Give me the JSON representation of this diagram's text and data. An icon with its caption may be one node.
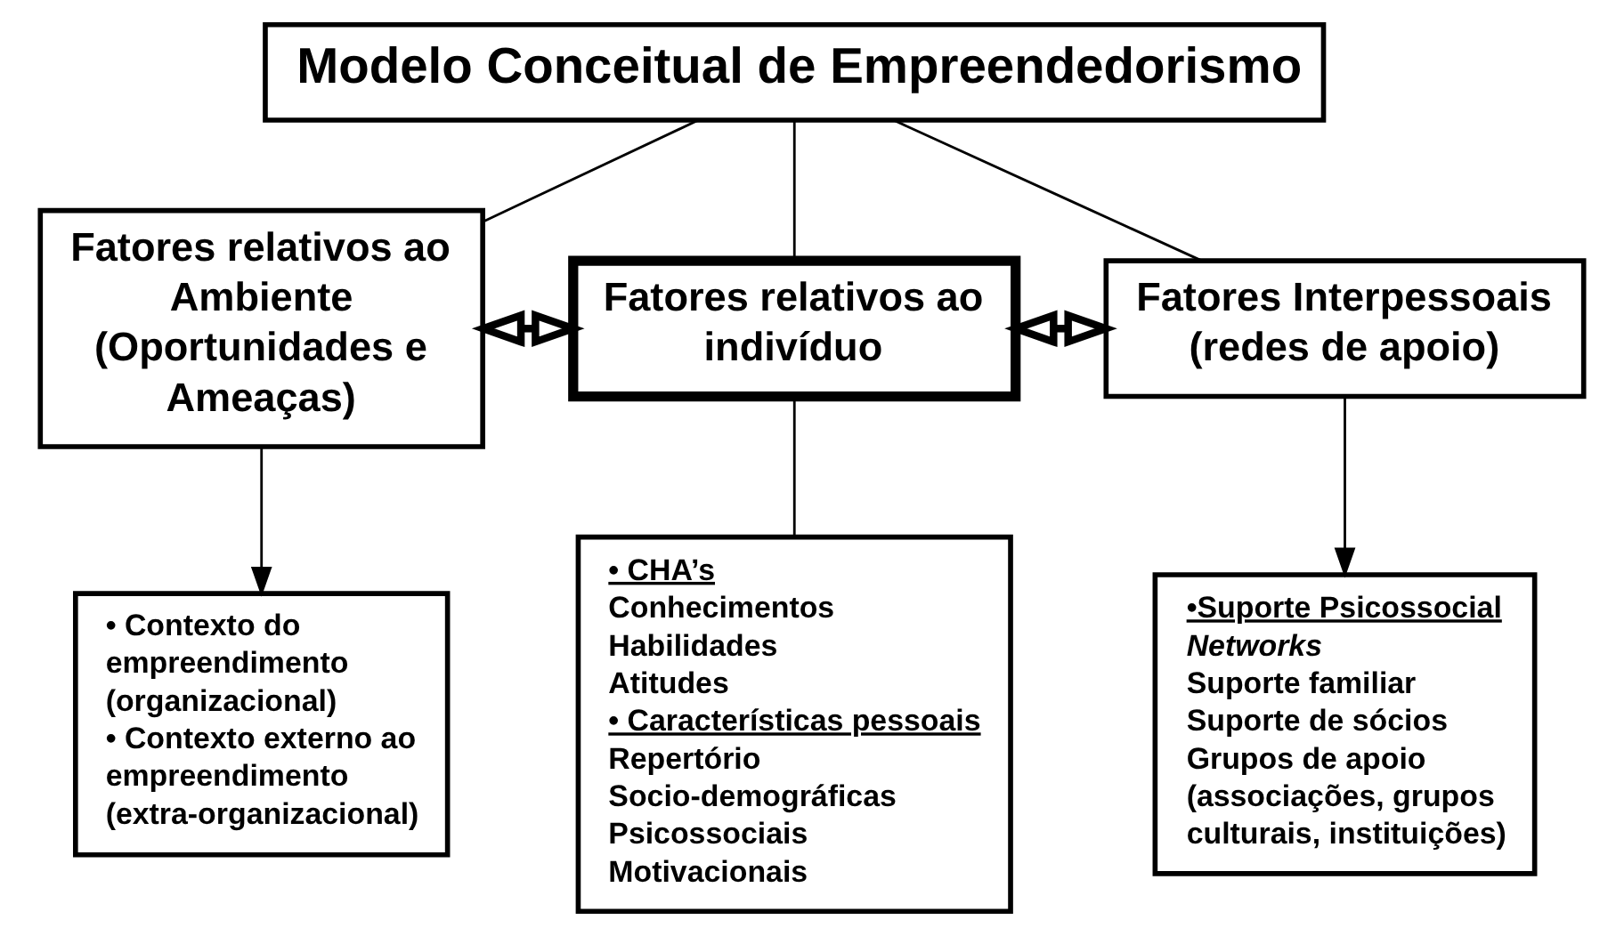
{
  "diagram": {
    "nodes": [
      {
        "text": [
          "Modelo Conceitual de Empreendedorismo"
        ]
      },
      {
        "text": [
          "Fatores relativos ao Ambiente (Oportunidades e Ameaças)"
        ]
      },
      {
        "text": [
          "Fatores relativos ao indivíduo"
        ]
      },
      {
        "text": [
          "Fatores Interpessoais (redes de apoio)"
        ]
      },
      {
        "text": [
          "• Contexto do empreendimento (organizacional)",
          "• Contexto externo ao empreendimento (extra-organizacional)"
        ]
      },
      {
        "text": [
          "• CHA’s",
          "Conhecimentos",
          "Habilidades",
          "Atitudes",
          "• Características pessoais",
          "Repertório",
          "Socio-demográficas",
          "Psicossociais",
          "Motivacionais"
        ]
      },
      {
        "text": [
          "•Suporte Psicossocial",
          "Networks",
          "Suporte familiar",
          "Suporte de sócios",
          "Grupos de apoio (associações, grupos culturais, instituições)"
        ]
      }
    ],
    "edges": [
      {
        "from": 0,
        "to": 1,
        "arrow": "none"
      },
      {
        "from": 0,
        "to": 2,
        "arrow": "none"
      },
      {
        "from": 0,
        "to": 3,
        "arrow": "none"
      },
      {
        "from": 1,
        "to": 2,
        "arrow": "both",
        "style": "thick"
      },
      {
        "from": 2,
        "to": 3,
        "arrow": "both",
        "style": "thick"
      },
      {
        "from": 1,
        "to": 4,
        "arrow": "to"
      },
      {
        "from": 2,
        "to": 5,
        "arrow": "none"
      },
      {
        "from": 3,
        "to": 6,
        "arrow": "to"
      }
    ]
  }
}
